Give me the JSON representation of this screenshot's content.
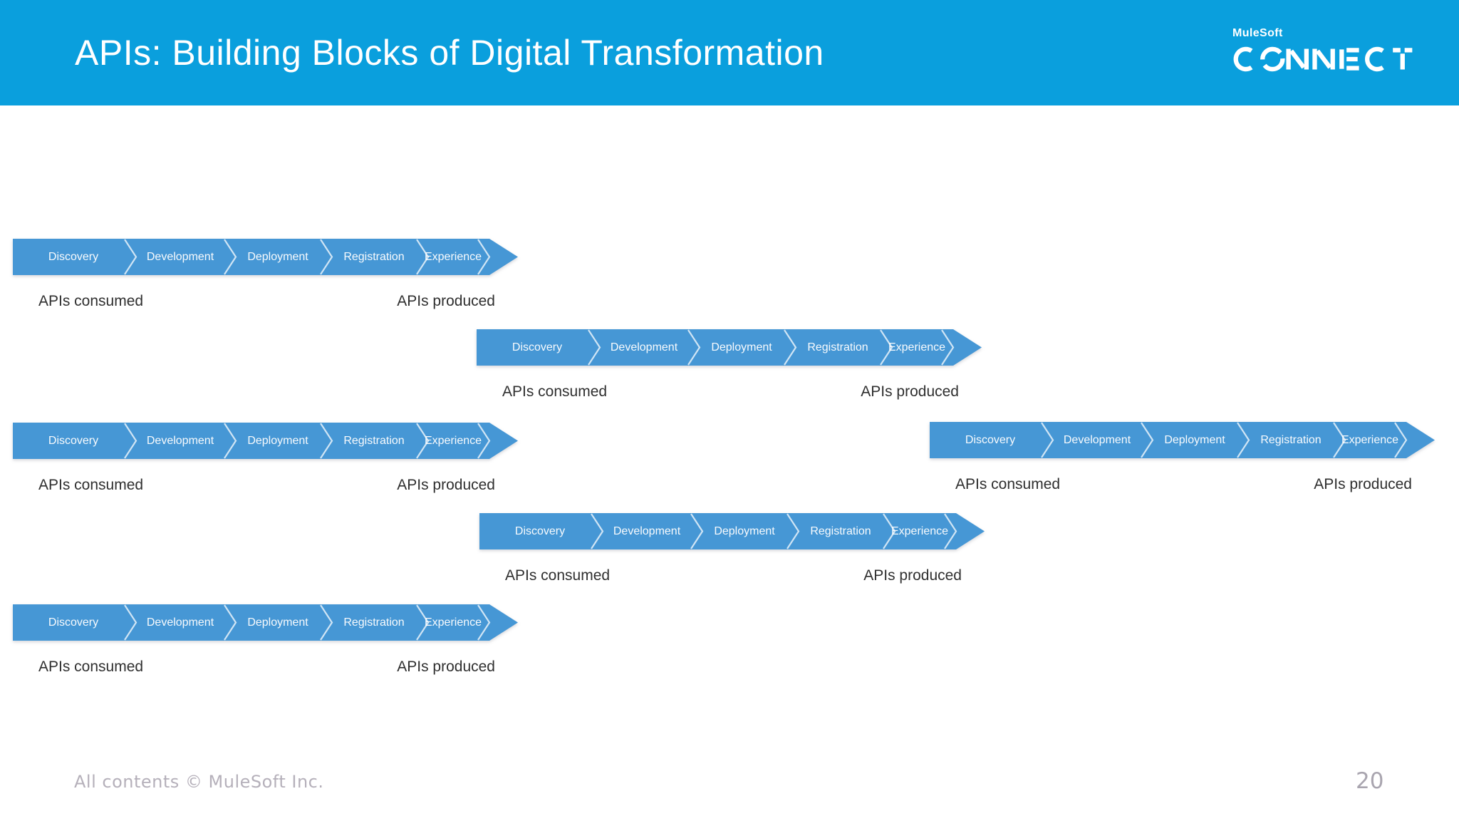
{
  "header": {
    "title": "APIs: Building Blocks of Digital Transformation",
    "logo_brand": "MuleSoft",
    "logo_event": "CONNECT"
  },
  "process_bars": {
    "stages": [
      "Discovery",
      "Development",
      "Deployment",
      "Registration",
      "Experience"
    ],
    "consumed_label": "APIs consumed",
    "produced_label": "APIs produced",
    "instance_count": 6
  },
  "footer": {
    "copyright": "All contents © MuleSoft Inc.",
    "page_number": "20"
  },
  "colors": {
    "header_bg": "#0a9fdd",
    "bar_fill": "#4697d5",
    "separator": "#ffffff",
    "stage_text": "#ffffff",
    "label_text": "#2f2f2f",
    "footer_text": "#b5b0ba",
    "page_number_text": "#a9a5af"
  }
}
